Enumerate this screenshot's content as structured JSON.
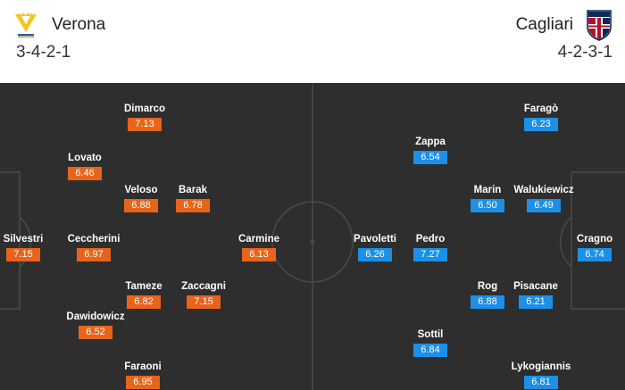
{
  "home": {
    "name": "Verona",
    "formation": "3-4-2-1",
    "logo_icon": "verona-crest-icon",
    "color": "#e8641a",
    "players": [
      {
        "name": "Silvestri",
        "rating": "7.15"
      },
      {
        "name": "Lovato",
        "rating": "6.46"
      },
      {
        "name": "Ceccherini",
        "rating": "6.97"
      },
      {
        "name": "Dawidowicz",
        "rating": "6.52"
      },
      {
        "name": "Dimarco",
        "rating": "7.13"
      },
      {
        "name": "Veloso",
        "rating": "6.88"
      },
      {
        "name": "Tameze",
        "rating": "6.82"
      },
      {
        "name": "Faraoni",
        "rating": "6.95"
      },
      {
        "name": "Barak",
        "rating": "6.78"
      },
      {
        "name": "Zaccagni",
        "rating": "7.15"
      },
      {
        "name": "Carmine",
        "rating": "6.13"
      }
    ]
  },
  "away": {
    "name": "Cagliari",
    "formation": "4-2-3-1",
    "logo_icon": "cagliari-crest-icon",
    "color": "#1c8fe6",
    "players": [
      {
        "name": "Cragno",
        "rating": "6.74"
      },
      {
        "name": "Faragò",
        "rating": "6.23"
      },
      {
        "name": "Walukiewicz",
        "rating": "6.49"
      },
      {
        "name": "Pisacane",
        "rating": "6.21"
      },
      {
        "name": "Lykogiannis",
        "rating": "6.81"
      },
      {
        "name": "Marin",
        "rating": "6.50"
      },
      {
        "name": "Rog",
        "rating": "6.88"
      },
      {
        "name": "Zappa",
        "rating": "6.54"
      },
      {
        "name": "Pedro",
        "rating": "7.27"
      },
      {
        "name": "Sottil",
        "rating": "6.84"
      },
      {
        "name": "Pavoletti",
        "rating": "6.26"
      }
    ]
  }
}
